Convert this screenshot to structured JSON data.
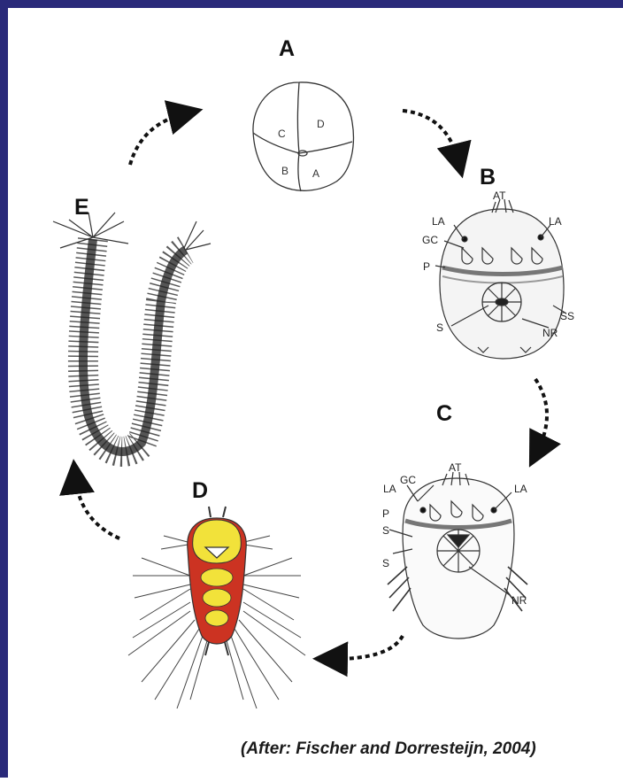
{
  "stages": {
    "A": {
      "label": "A",
      "cells": [
        "C",
        "D",
        "B",
        "A"
      ]
    },
    "B": {
      "label": "B",
      "annotations": [
        "AT",
        "LA",
        "LA",
        "GC",
        "P",
        "SS",
        "S",
        "NR"
      ]
    },
    "C": {
      "label": "C",
      "annotations": [
        "AT",
        "GC",
        "LA",
        "LA",
        "P",
        "S",
        "S",
        "NR"
      ]
    },
    "D": {
      "label": "D"
    },
    "E": {
      "label": "E"
    }
  },
  "caption": "(After: Fischer and Dorresteijn, 2004)",
  "colors": {
    "frame": "#2a2a7a",
    "arrow": "#111111",
    "yolk": "#f2e23a",
    "red": "#cc3322"
  }
}
